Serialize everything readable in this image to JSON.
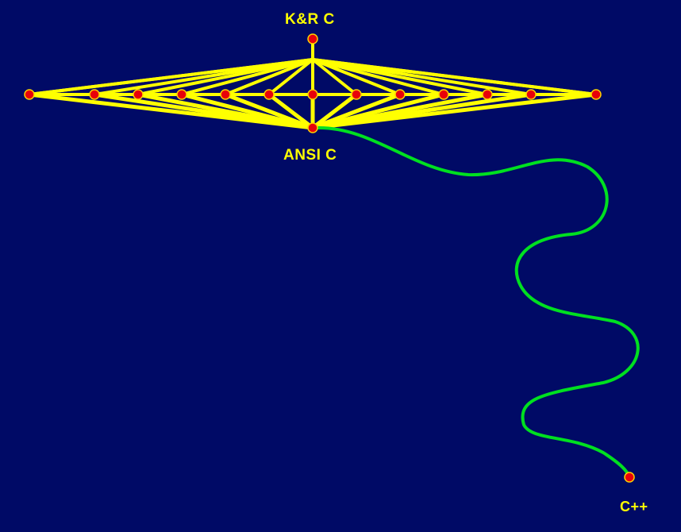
{
  "nodes": {
    "kr_c": "K&R C",
    "ansi_c": "ANSI C",
    "cpp": "C++"
  },
  "colors": {
    "background": "#000a66",
    "dialect_lines": "#ffff00",
    "cpp_path": "#00e020",
    "node_fill": "#e8000a",
    "node_stroke": "#ffd000",
    "label": "#ffff00"
  },
  "dialect_node_count": 13
}
